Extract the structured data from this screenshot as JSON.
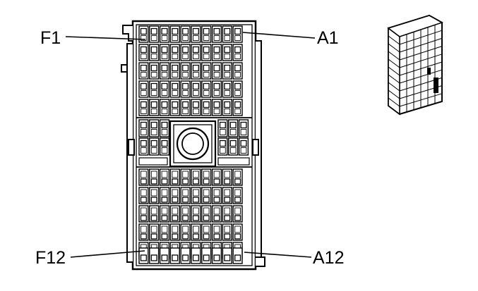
{
  "labels": {
    "top_left": "F1",
    "top_right": "A1",
    "bottom_left": "F12",
    "bottom_right": "A12"
  },
  "colors": {
    "ink": "#000000",
    "paper": "#ffffff"
  }
}
